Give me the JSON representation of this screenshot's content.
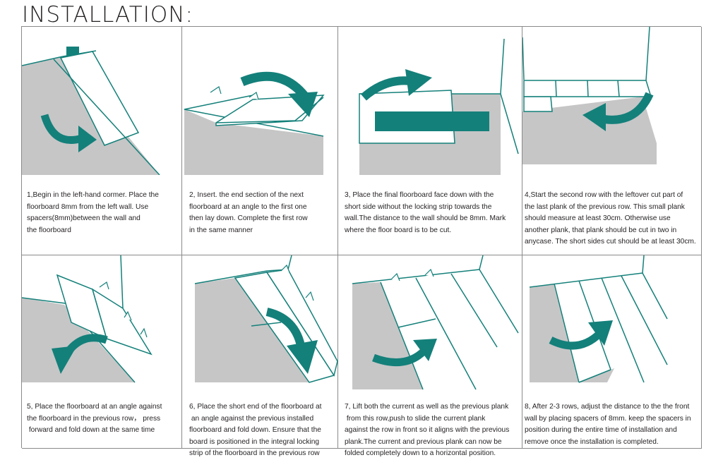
{
  "title": "INSTALLATION:",
  "colors": {
    "teal": "#14807a",
    "floor": "#c6c6c7",
    "line": "#14807a"
  },
  "steps": [
    {
      "text": "1,Begin in the left-hand cormer. Place the\nfloorboard 8mm from the left wall. Use\nspacers(8mm)between the wall and\nthe floorboard"
    },
    {
      "text": "2, Insert. the end section of the next\nfloorboard at an angle to the first one\nthen lay down. Complete the first row\nin the same manner"
    },
    {
      "text": "3, Place the final floorboard face down with the\nshort side without the locking strip towards the\nwall.The distance to the wall should be 8mm. Mark\nwhere the floor board is to be cut."
    },
    {
      "text": "4,Start the second row with the leftover cut part of\nthe last plank of the previous row. This small plank\nshould measure at least 30cm. Otherwise use\nanother plank, that plank should be cut in two in\nanycase. The short sides cut should be at least 30cm."
    },
    {
      "text": "5, Place the floorboard at an angle against\nthe floorboard in the previous row， press\n forward and fold down at the same time"
    },
    {
      "text": "6, Place the short end of the floorboard at\n an angle against the previous installed\nfloorboard and fold down. Ensure that the\nboard is positioned in the integral locking\nstrip of the floorboard in the previous row"
    },
    {
      "text": "7, Lift both the current as well as the previous plank\n from this row,push to slide the current plank\nagainst the row in front so it aligns with the previous\nplank.The current and previous plank can now be\nfolded completely down to a horizontal position."
    },
    {
      "text": "8, After 2-3 rows, adjust the distance to the the front\nwall by placing spacers of 8mm. keep the spacers in\nposition during the entire time of installation and\nremove once the installation is completed."
    }
  ]
}
